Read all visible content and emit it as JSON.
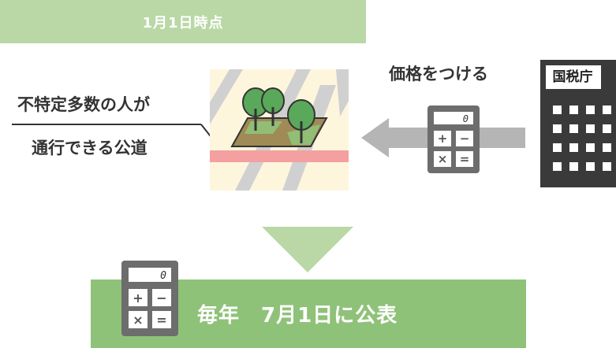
{
  "date_banner": {
    "text": "1月1日時点"
  },
  "road_label": {
    "line1": "不特定多数の人が",
    "line2": "通行できる公道"
  },
  "price_label": {
    "text": "価格をつける"
  },
  "tax_office": {
    "label": "国税庁"
  },
  "calculator": {
    "display": "0",
    "keys": [
      "+",
      "−",
      "×",
      "="
    ]
  },
  "bottom_banner": {
    "text": "毎年　7月1日に公表"
  },
  "colors": {
    "light_green": "#b9d8a5",
    "green": "#8fc279",
    "arrow_gray": "#b5b5b5",
    "road_pink": "#f4a0a0",
    "map_bg": "#fdf6dd",
    "building": "#3a3a3a",
    "calculator": "#6d6d6d"
  },
  "icons": [
    "calculator-icon",
    "tax-office-building-icon",
    "land-map-icon",
    "tree-icon",
    "arrow-left-icon",
    "arrow-down-icon"
  ]
}
